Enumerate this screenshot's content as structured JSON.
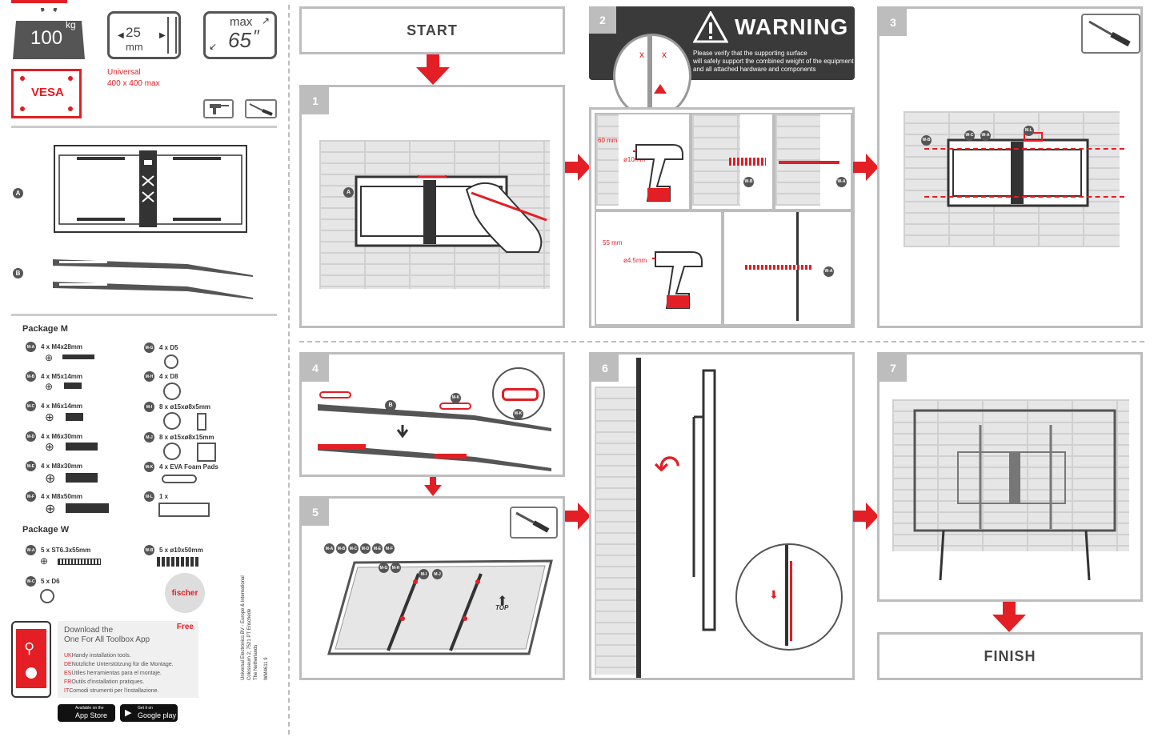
{
  "specs": {
    "weight_max": "100",
    "weight_unit": "kg",
    "depth_value": "25",
    "depth_unit": "mm",
    "size_prefix": "max",
    "size_value": "65",
    "size_unit": "″",
    "vesa_label": "VESA",
    "vesa_universal": "Universal",
    "vesa_size": "400 x 400 max"
  },
  "parts": {
    "a_label": "A",
    "b_label": "B"
  },
  "package_m": {
    "title": "Package M",
    "items_left": [
      {
        "id": "M-A",
        "text": "4 x M4x28mm"
      },
      {
        "id": "M-B",
        "text": "4 x M5x14mm"
      },
      {
        "id": "M-C",
        "text": "4 x M6x14mm"
      },
      {
        "id": "M-D",
        "text": "4 x M6x30mm"
      },
      {
        "id": "M-E",
        "text": "4 x M8x30mm"
      },
      {
        "id": "M-F",
        "text": "4 x M8x50mm"
      }
    ],
    "items_right": [
      {
        "id": "M-G",
        "text": "4 x D5"
      },
      {
        "id": "M-H",
        "text": "4 x D8"
      },
      {
        "id": "M-I",
        "text": "8 x ø15xø8x5mm"
      },
      {
        "id": "M-J",
        "text": "8 x ø15xø8x15mm"
      },
      {
        "id": "M-K",
        "text": "4 x EVA Foam Pads"
      },
      {
        "id": "M-L",
        "text": "1 x"
      }
    ]
  },
  "package_w": {
    "title": "Package W",
    "items": [
      {
        "id": "W-A",
        "text": "5 x ST6.3x55mm"
      },
      {
        "id": "W-B",
        "text": "5 x ø10x50mm"
      },
      {
        "id": "W-C",
        "text": "5 x D6"
      }
    ],
    "brand": "fischer"
  },
  "app": {
    "title_line1": "Download the",
    "title_line2": "One For All Toolbox App",
    "free": "Free",
    "lines": [
      {
        "code": "UK",
        "text": "Handy installation tools."
      },
      {
        "code": "DE",
        "text": "Nützliche Unterstützung für die Montage."
      },
      {
        "code": "ES",
        "text": "Útiles herramientas para el montaje."
      },
      {
        "code": "FR",
        "text": "Outils d'installation pratiques."
      },
      {
        "code": "IT",
        "text": "Comodi strumenti per l'installazione."
      }
    ],
    "appstore_small": "Available on the",
    "appstore": "App Store",
    "googleplay_small": "Get it on",
    "googleplay": "Google play"
  },
  "vertical_text": {
    "line1": "Universal Electronics BV - Europe & International",
    "line2": "WM4611 9",
    "line3": "Colosseum 2, 7521 PT Enschede",
    "line4": "The Netherlands"
  },
  "steps": {
    "start": "START",
    "finish": "FINISH",
    "s1": "1",
    "s2": "2",
    "s3": "3",
    "s4": "4",
    "s5": "5",
    "s6": "6",
    "s7": "7"
  },
  "warning": {
    "title": "WARNING",
    "text1": "Please verify that the supporting surface",
    "text2": "will safely support the combined weight of the equipment",
    "text3": "and all attached hardware and components"
  },
  "drill": {
    "depth1": "60 mm",
    "dia1": "ø10mm",
    "depth2": "55 mm",
    "dia2": "ø4.5mm"
  },
  "step5": {
    "top": "TOP"
  },
  "colors": {
    "accent": "#e31e24",
    "frame": "#bdbdbd",
    "dark": "#3a3a3a"
  }
}
